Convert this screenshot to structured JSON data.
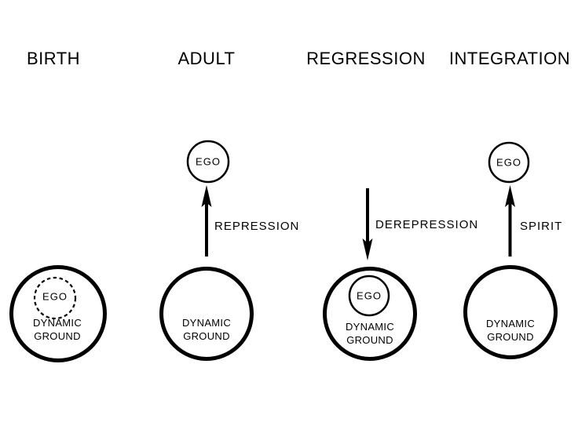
{
  "colors": {
    "ink": "#000000",
    "background": "#ffffff"
  },
  "stages": [
    {
      "header": "BIRTH",
      "ego": "EGO",
      "arrow": "",
      "ground_line1": "DYNAMIC",
      "ground_line2": "GROUND"
    },
    {
      "header": "ADULT",
      "ego": "EGO",
      "arrow": "REPRESSION",
      "ground_line1": "DYNAMIC",
      "ground_line2": "GROUND"
    },
    {
      "header": "REGRESSION",
      "ego": "EGO",
      "arrow": "DEREPRESSION",
      "ground_line1": "DYNAMIC",
      "ground_line2": "GROUND"
    },
    {
      "header": "INTEGRATION",
      "ego": "EGO",
      "arrow": "SPIRIT",
      "ground_line1": "DYNAMIC",
      "ground_line2": "GROUND"
    }
  ],
  "icons": {
    "up_arrow": "up-arrow",
    "down_arrow": "down-arrow",
    "dashed_circle": "dashed-circle",
    "solid_circle": "solid-circle"
  }
}
